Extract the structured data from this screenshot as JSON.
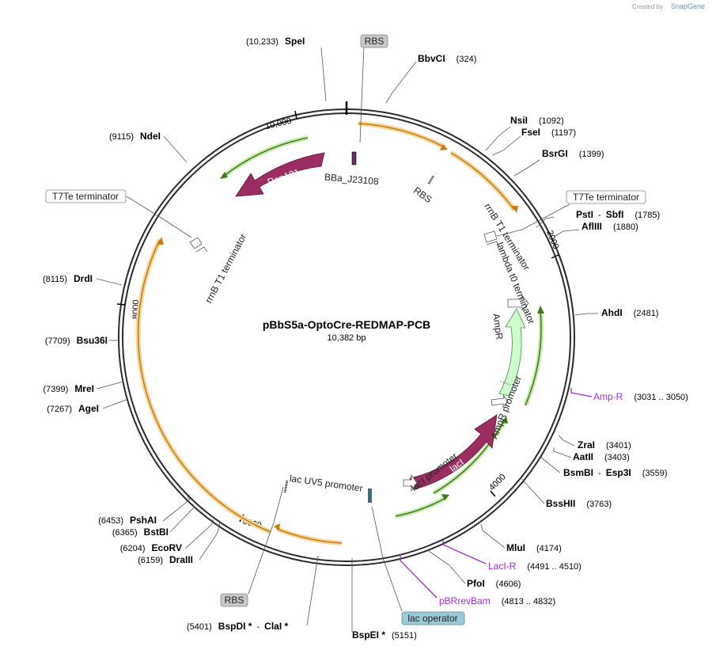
{
  "watermark": {
    "created_by": "Created by",
    "brand": "SnapGene"
  },
  "plasmid": {
    "name": "pBbS5a-OptoCre-REDMAP-PCB",
    "size_label": "10,382 bp"
  },
  "ticks": [
    {
      "label": "10,000"
    },
    {
      "label": "2000"
    },
    {
      "label": "4000"
    },
    {
      "label": "6000"
    },
    {
      "label": "8000"
    }
  ],
  "sites": [
    {
      "name": "SpeI",
      "position": "(10,233)"
    },
    {
      "name": "BbvCI",
      "position": "(324)"
    },
    {
      "name": "NsiI",
      "position": "(1092)"
    },
    {
      "name": "FseI",
      "position": "(1197)"
    },
    {
      "name": "BsrGI",
      "position": "(1399)"
    },
    {
      "name": "PstI",
      "sep": "-",
      "name2": "SbfI",
      "position": "(1785)"
    },
    {
      "name": "AflIII",
      "position": "(1880)"
    },
    {
      "name": "AhdI",
      "position": "(2481)"
    },
    {
      "name": "ZraI",
      "position": "(3401)"
    },
    {
      "name": "AatII",
      "position": "(3403)"
    },
    {
      "name": "BsmBI",
      "sep": "-",
      "name2": "Esp3I",
      "position": "(3559)"
    },
    {
      "name": "BssHII",
      "position": "(3763)"
    },
    {
      "name": "MluI",
      "position": "(4174)"
    },
    {
      "name": "PfoI",
      "position": "(4606)"
    },
    {
      "name": "BspEI *",
      "position": "(5151)"
    },
    {
      "name": "BspDI *",
      "sep": "-",
      "name2": "ClaI *",
      "position": "(5401)"
    },
    {
      "name": "DraIII",
      "position": "(6159)"
    },
    {
      "name": "EcoRV",
      "position": "(6204)"
    },
    {
      "name": "BstBI",
      "position": "(6365)"
    },
    {
      "name": "PshAI",
      "position": "(6453)"
    },
    {
      "name": "AgeI",
      "position": "(7267)"
    },
    {
      "name": "MreI",
      "position": "(7399)"
    },
    {
      "name": "Bsu36I",
      "position": "(7709)"
    },
    {
      "name": "DrdI",
      "position": "(8115)"
    },
    {
      "name": "NdeI",
      "position": "(9115)"
    }
  ],
  "primers": [
    {
      "name": "Amp-R",
      "range": "(3031 .. 3050)"
    },
    {
      "name": "LacI-R",
      "range": "(4491 .. 4510)"
    },
    {
      "name": "pBRrevBam",
      "range": "(4813 .. 4832)"
    }
  ],
  "boxed_features": [
    {
      "label": "RBS"
    },
    {
      "label": "T7Te terminator"
    },
    {
      "label": "T7Te terminator"
    },
    {
      "label": "RBS"
    },
    {
      "label": "lac operator"
    }
  ],
  "features": [
    {
      "label": "Rep101"
    },
    {
      "label": "BBa_J23108"
    },
    {
      "label": "RBS"
    },
    {
      "label": "rrnB T1 terminator"
    },
    {
      "label": "rrnB T1 terminator"
    },
    {
      "label": "lambda t0 terminator"
    },
    {
      "label": "AmpR"
    },
    {
      "label": "AmpR promoter"
    },
    {
      "label": "lacI"
    },
    {
      "label": "lacI promoter"
    },
    {
      "label": "lac UV5 promoter"
    }
  ],
  "colors": {
    "backbone": "#2b2b2b",
    "orf_orange": "#e9a23b",
    "orf_green": "#5aa02c",
    "feature_maroon": "#9b2d62",
    "ampr_fill": "#ccffcc",
    "primer": "#9b30c8",
    "box_gray": "#c8c8c8",
    "box_lac": "#9cc9d6"
  }
}
